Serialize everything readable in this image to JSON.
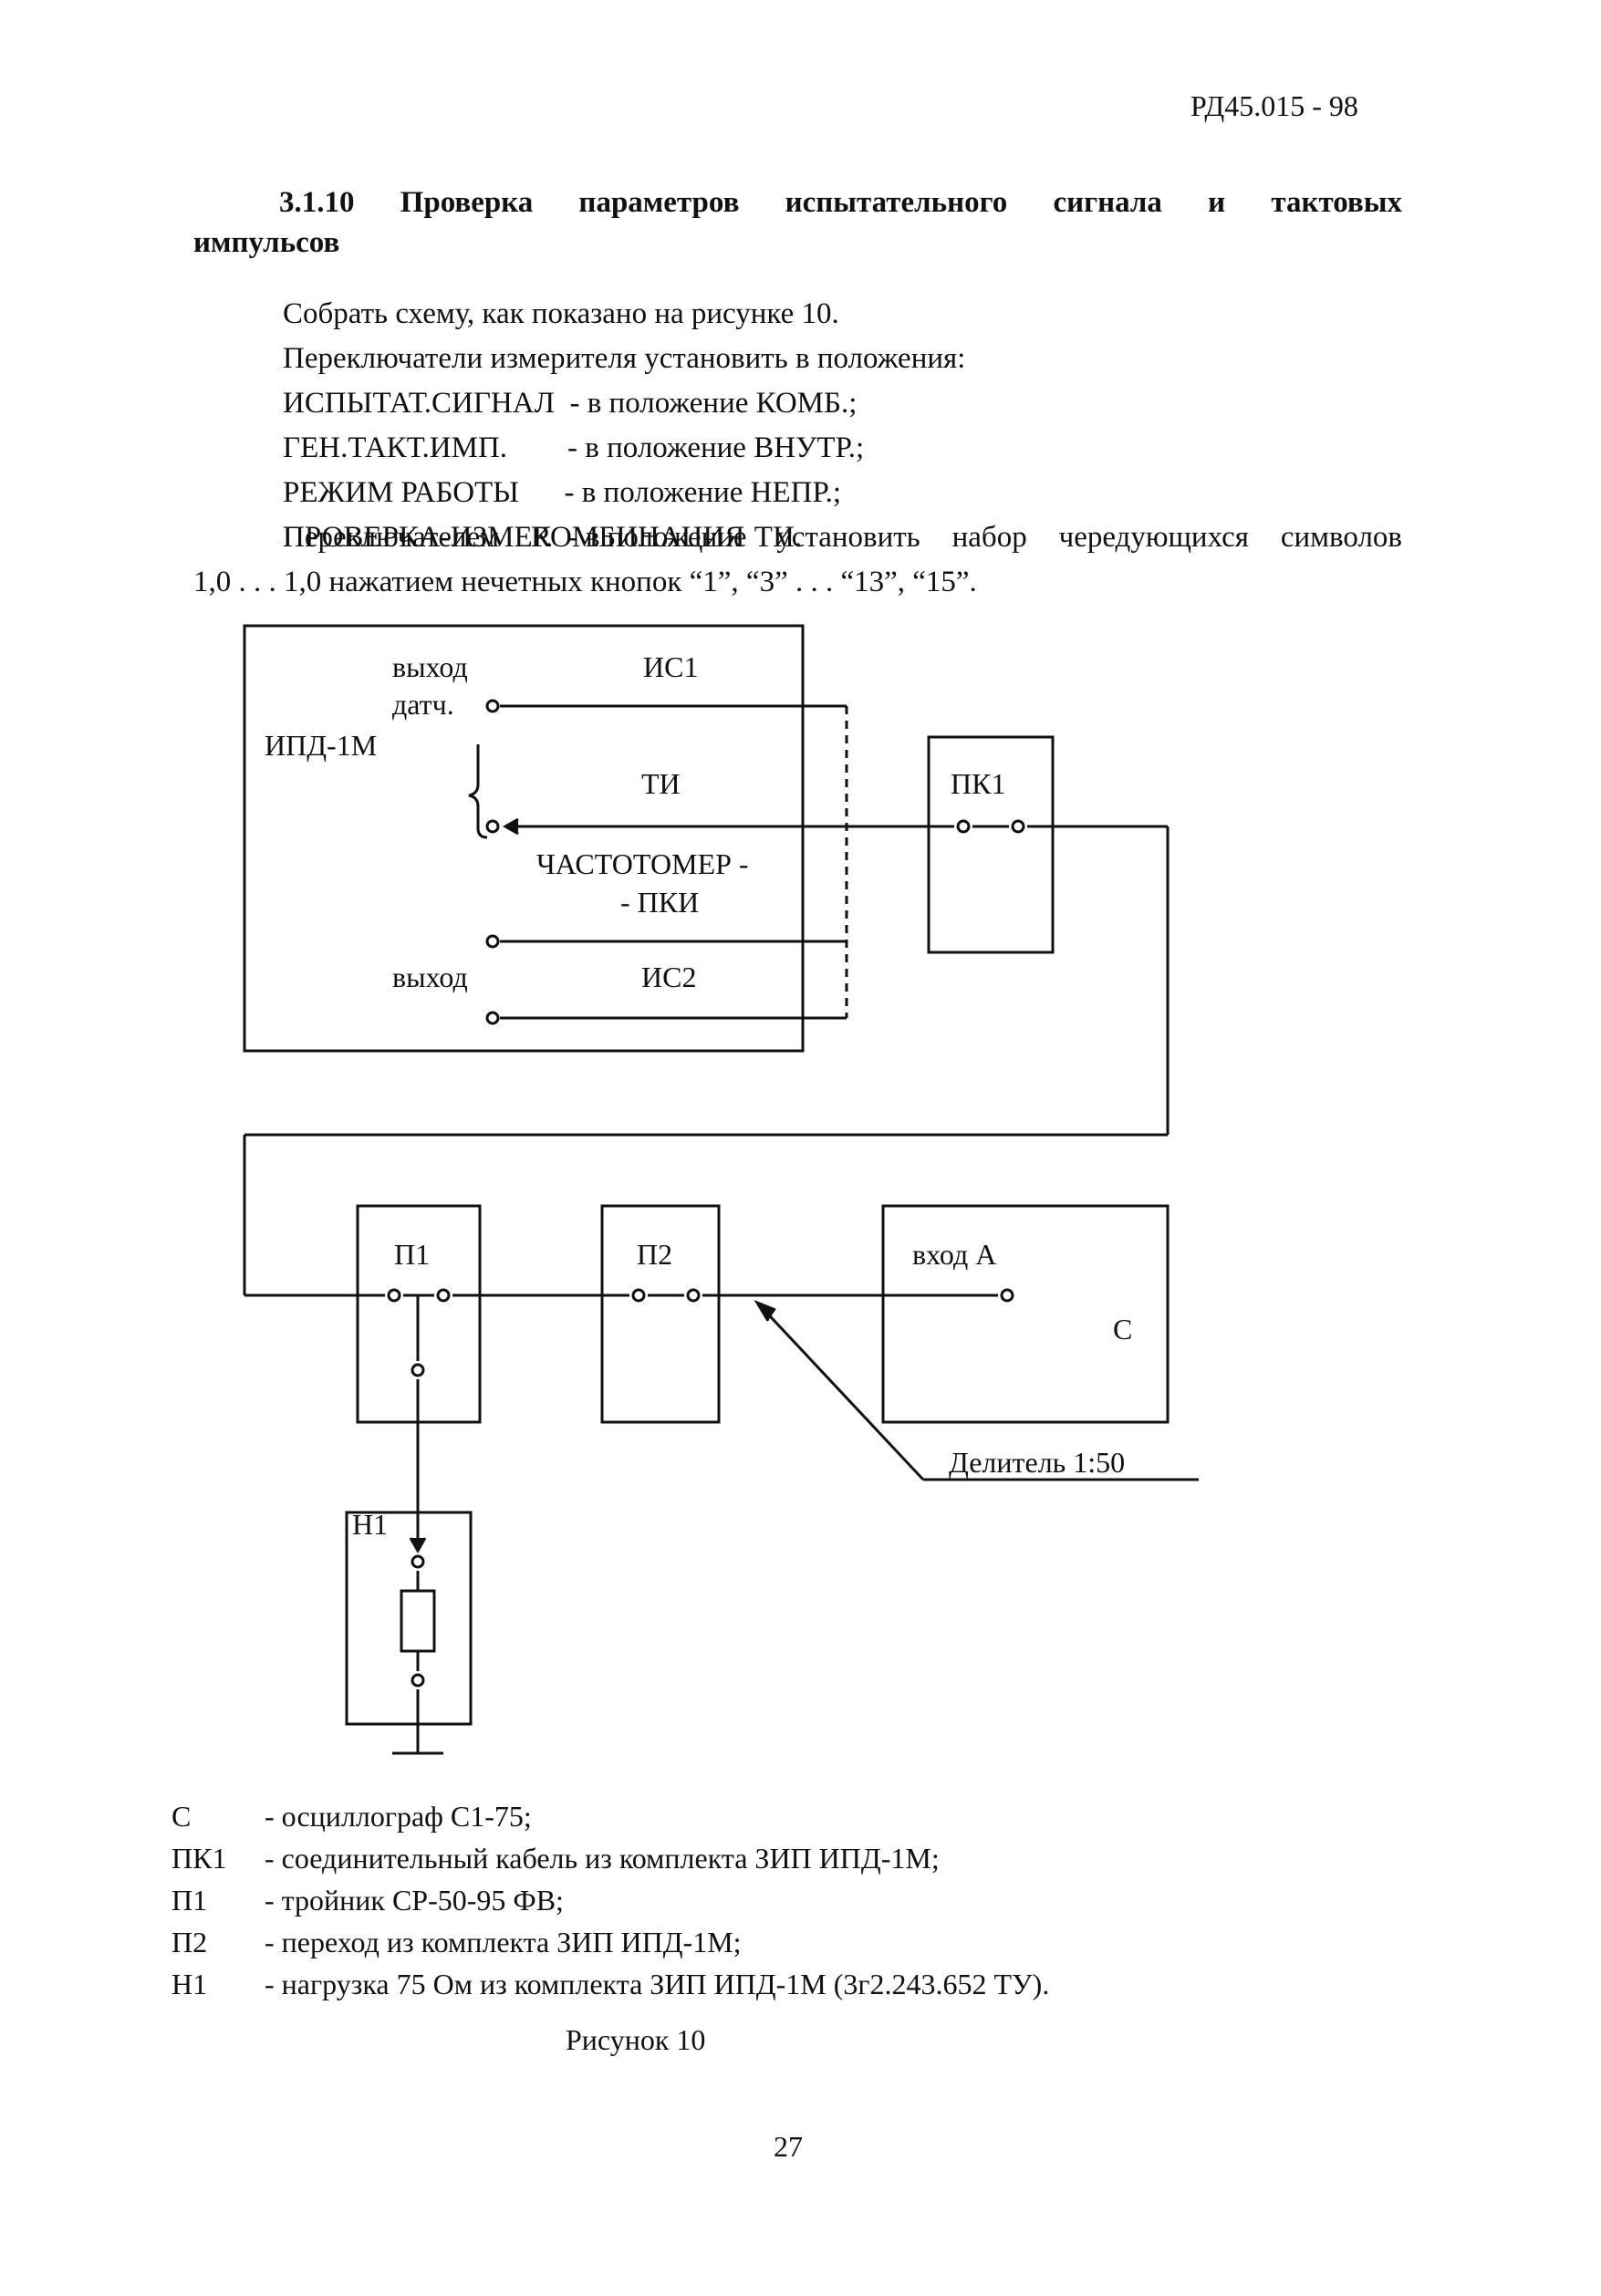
{
  "header": {
    "doc_code": "РД45.015 - 98"
  },
  "section": {
    "number": "3.1.10",
    "title": "Проверка параметров испытательного сигнала и тактовых импульсов",
    "lines": [
      "Собрать схему, как показано на рисунке 10.",
      "Переключатели измерителя установить в положения:",
      "ИСПЫТАТ.СИГНАЛ  - в положение КОМБ.;",
      "ГЕН.ТАКТ.ИМП.        - в положение ВНУТР.;",
      "РЕЖИМ РАБОТЫ      - в положение НЕПР.;",
      "ПРОВЕРКА-ИЗМЕР.  - в положение ТИ."
    ],
    "paragraph_line1": "Переключателем КОМБИНАЦИЯ установить набор чередующихся символов",
    "paragraph_line2": "1,0 . . . 1,0 нажатием нечетных кнопок “1”, “3” . . . “13”, “15”."
  },
  "diagram": {
    "ipd": {
      "label": "ИПД-1М",
      "out_label": "выход",
      "sensor_label": "датч.",
      "is1": "ИС1",
      "ti": "ТИ",
      "freq_line1": "ЧАСТОТОМЕР -",
      "freq_line2": "- ПКИ",
      "out2_label": "выход",
      "is2": "ИС2"
    },
    "pk1": "ПК1",
    "p1": "П1",
    "p2": "П2",
    "scope": {
      "input": "вход  А",
      "label": "С"
    },
    "load": "Н1",
    "divider": "Делитель 1:50"
  },
  "legend": [
    {
      "code": "С",
      "text": "- осциллограф С1-75;"
    },
    {
      "code": "ПК1",
      "text": "- соединительный кабель из комплекта ЗИП ИПД-1М;"
    },
    {
      "code": "П1",
      "text": "- тройник СР-50-95 ФВ;"
    },
    {
      "code": "П2",
      "text": "- переход из комплекта ЗИП ИПД-1М;"
    },
    {
      "code": "Н1",
      "text": "- нагрузка 75 Ом из комплекта ЗИП ИПД-1М (3г2.243.652 ТУ)."
    }
  ],
  "caption": "Рисунок 10",
  "page_number": "27"
}
